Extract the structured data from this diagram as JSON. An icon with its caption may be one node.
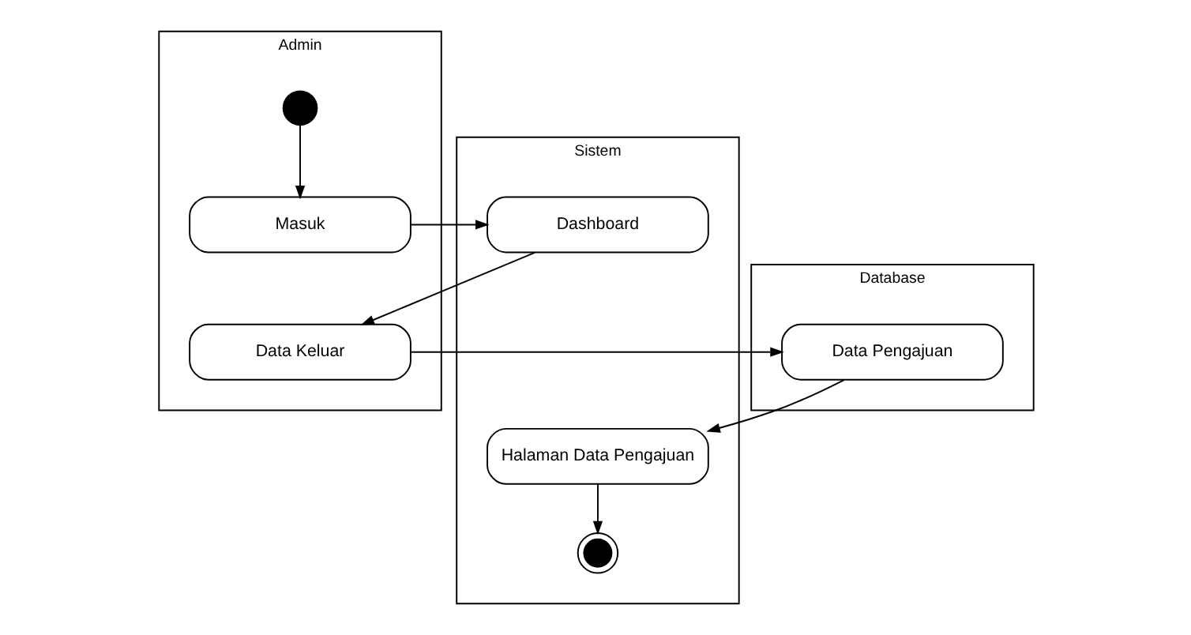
{
  "diagram": {
    "nodes": [
      {
        "text": [
          "Admin"
        ]
      },
      {
        "text": [
          "Sistem"
        ]
      },
      {
        "text": [
          "Database"
        ]
      },
      {
        "text": [],
        "shape": "circle",
        "in": 0
      },
      {
        "text": [
          "Masuk"
        ],
        "in": 0
      },
      {
        "text": [
          "Dashboard"
        ],
        "in": 1
      },
      {
        "text": [
          "Data Keluar"
        ],
        "in": 0
      },
      {
        "text": [
          "Data Pengajuan"
        ],
        "in": 2
      },
      {
        "text": [
          "Halaman Data Pengajuan"
        ],
        "in": 1
      },
      {
        "text": [],
        "shape": "bullseye",
        "in": 1
      }
    ],
    "edges": [
      {
        "from": 3,
        "to": 4,
        "arrow": "to"
      },
      {
        "from": 4,
        "to": 5,
        "arrow": "to"
      },
      {
        "from": 5,
        "to": 6,
        "arrow": "to"
      },
      {
        "from": 6,
        "to": 7,
        "arrow": "to"
      },
      {
        "from": 7,
        "to": 8,
        "arrow": "to"
      },
      {
        "from": 8,
        "to": 9,
        "arrow": "to"
      }
    ]
  }
}
